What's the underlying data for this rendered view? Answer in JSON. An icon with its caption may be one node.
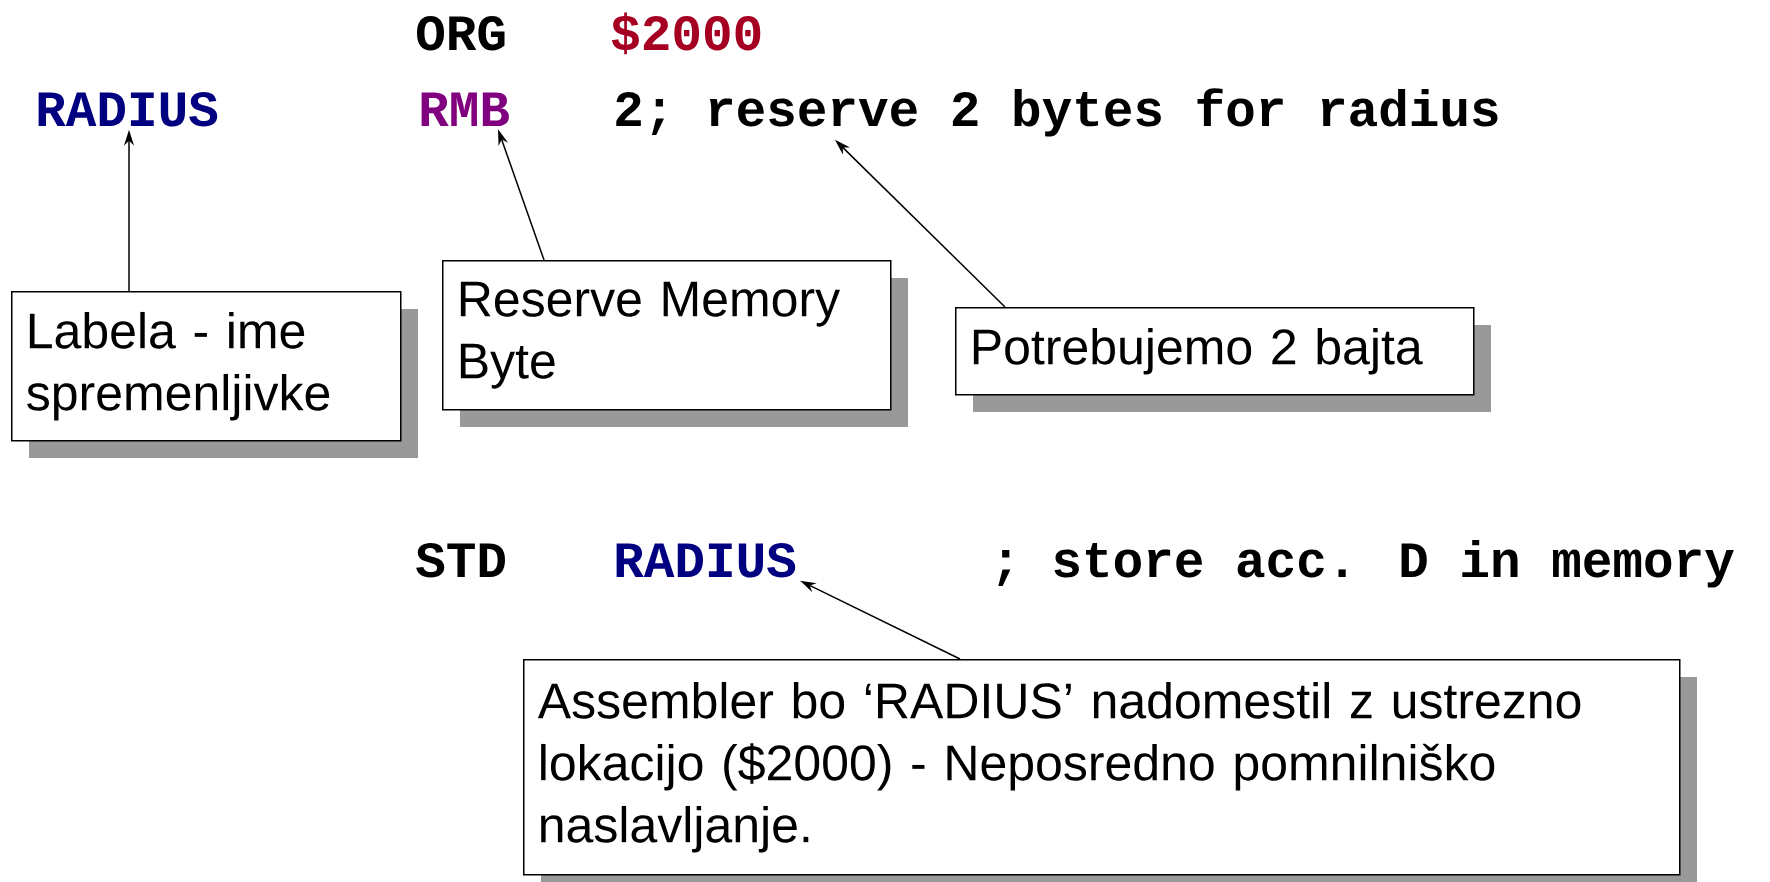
{
  "diagram": {
    "nodes": [
      {
        "text": [
          "RADIUS"
        ]
      },
      {
        "text": [
          "RMB"
        ]
      },
      {
        "text": [
          "2; reserve 2 bytes for radius"
        ]
      },
      {
        "text": [
          "RADIUS"
        ]
      },
      {
        "text": [
          "Labela - ime spremenljivke"
        ]
      },
      {
        "text": [
          "Reserve Memory Byte"
        ]
      },
      {
        "text": [
          "Potrebujemo 2 bajta"
        ]
      },
      {
        "text": [
          "Assembler bo ‘RADIUS’ nadomestil z ustrezno lokacijo ($2000) - Neposredno pomnilniško naslavljanje."
        ]
      }
    ],
    "edges": [
      {
        "from": 4,
        "to": 0,
        "arrow": "to"
      },
      {
        "from": 5,
        "to": 1,
        "arrow": "to"
      },
      {
        "from": 6,
        "to": 2,
        "arrow": "to"
      },
      {
        "from": 7,
        "to": 3,
        "arrow": "to"
      }
    ],
    "labels": [
      "ORG",
      "$2000",
      "STD",
      "; store acc. D in memory"
    ]
  }
}
